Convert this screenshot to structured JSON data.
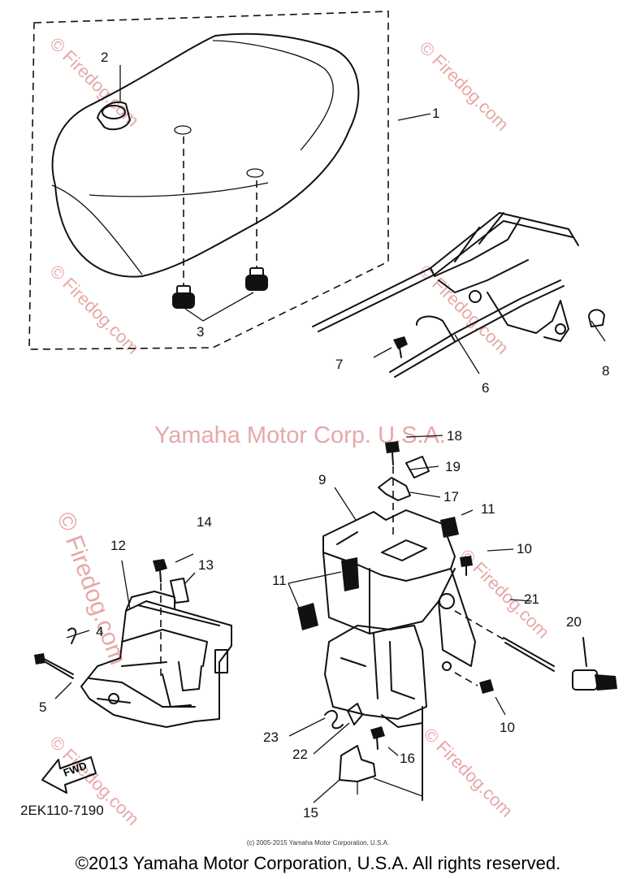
{
  "watermark_main": "Yamaha Motor Corp. U.S.A.",
  "watermark_site": "© Firedog.com",
  "fwd_label": "FWD",
  "diagram_code": "2EK110-7190",
  "small_copyright": "(c) 2005-2015 Yamaha Motor Corporation, U.S.A.",
  "copyright": "©2013 Yamaha Motor Corporation, U.S.A. All rights reserved.",
  "callouts": {
    "c1": "1",
    "c2": "2",
    "c3": "3",
    "c4": "4",
    "c5": "5",
    "c6": "6",
    "c7": "7",
    "c8": "8",
    "c9": "9",
    "c10a": "10",
    "c10b": "10",
    "c11a": "11",
    "c11b": "11",
    "c12": "12",
    "c13": "13",
    "c14": "14",
    "c15": "15",
    "c16": "16",
    "c17": "17",
    "c18": "18",
    "c19": "19",
    "c20": "20",
    "c21": "21",
    "c22": "22",
    "c23": "23"
  }
}
